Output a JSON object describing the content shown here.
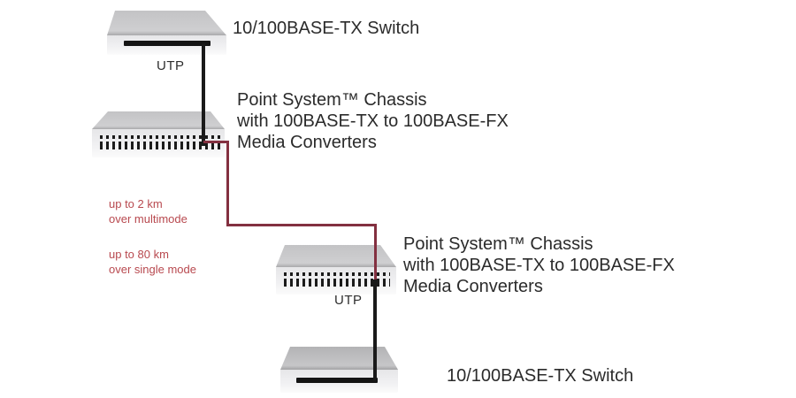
{
  "devices": {
    "top_switch": {
      "label": "10/100BASE-TX Switch",
      "port_label": "UTP"
    },
    "chassis_top": {
      "label_lines": [
        "Point System™ Chassis",
        "with 100BASE-TX to 100BASE-FX",
        "Media Converters"
      ]
    },
    "chassis_bottom": {
      "label_lines": [
        "Point System™ Chassis",
        "with 100BASE-TX to 100BASE-FX",
        "Media Converters"
      ],
      "port_label": "UTP"
    },
    "bottom_switch": {
      "label": "10/100BASE-TX Switch"
    }
  },
  "fiber_notes": {
    "multimode": {
      "line1": "up to 2 km",
      "line2": "over multimode"
    },
    "singlemode": {
      "line1": "up to 80 km",
      "line2": "over single mode"
    }
  },
  "colors": {
    "fiber_line": "#833040",
    "note_text": "#b8494f",
    "utp_line": "#1a1a1a",
    "label_text": "#2b2b2b",
    "device_top_face": "#c9c9cb",
    "device_front_face": "#efeff1"
  }
}
